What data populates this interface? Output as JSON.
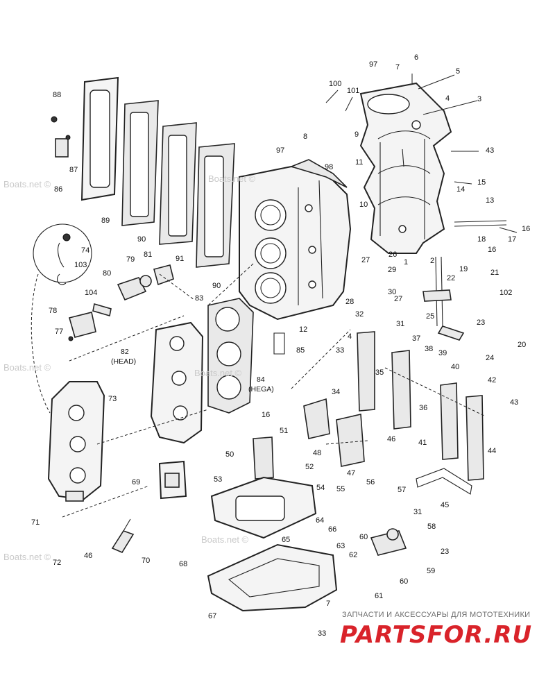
{
  "watermarks": {
    "boats_net": "Boats.net ©",
    "site_caption": "ЗАПЧАСТИ И АКСЕССУАРЫ ДЛЯ МОТОТЕХНИКИ",
    "site_logo": "PARTSFOR.RU"
  },
  "callouts": {
    "c97a": "97",
    "c7a": "7",
    "c6": "6",
    "c5": "5",
    "c4a": "4",
    "c3": "3",
    "c100": "100",
    "c101": "101",
    "c88": "88",
    "c87": "87",
    "c86": "86",
    "c89": "89",
    "c90a": "90",
    "c91": "91",
    "c90b": "90",
    "c8": "8",
    "c9": "9",
    "c97b": "97",
    "c98": "98",
    "c11": "11",
    "c10": "10",
    "c43a": "43",
    "c15": "15",
    "c14": "14",
    "c13": "13",
    "c16a": "16",
    "c17": "17",
    "c18": "18",
    "c16b": "16",
    "c2": "2",
    "c26": "26",
    "c19": "19",
    "c21": "21",
    "c1": "1",
    "c27a": "27",
    "c29": "29",
    "c22": "22",
    "c30": "30",
    "c27b": "27",
    "c28": "28",
    "c32": "32",
    "c102": "102",
    "c74": "74",
    "c103": "103",
    "c79": "79",
    "c81": "81",
    "c80": "80",
    "c104": "104",
    "c83": "83",
    "c78": "78",
    "c77": "77",
    "c31a": "31",
    "c25": "25",
    "c23a": "23",
    "c12": "12",
    "c4b": "4",
    "c33a": "33",
    "c85": "85",
    "c20": "20",
    "c24": "24",
    "c37": "37",
    "c38": "38",
    "c39": "39",
    "c40": "40",
    "c35": "35",
    "c82": "82",
    "c82b": "(HEAD)",
    "c84": "84",
    "c84b": "(HEGA)",
    "c34": "34",
    "c42": "42",
    "c73": "73",
    "c36": "36",
    "c43b": "43",
    "c16c": "16",
    "c41": "41",
    "c51": "51",
    "c48": "48",
    "c46a": "46",
    "c50": "50",
    "c47": "47",
    "c44": "44",
    "c52": "52",
    "c69": "69",
    "c45": "45",
    "c53": "53",
    "c54": "54",
    "c55": "55",
    "c56": "56",
    "c57": "57",
    "c71": "71",
    "c64": "64",
    "c31b": "31",
    "c72": "72",
    "c46b": "46",
    "c66": "66",
    "c60a": "60",
    "c58": "58",
    "c65": "65",
    "c63": "63",
    "c62": "62",
    "c23b": "23",
    "c68": "68",
    "c70": "70",
    "c60b": "60",
    "c59": "59",
    "c61": "61",
    "c7b": "7",
    "c67": "67",
    "c33b": "33"
  },
  "colors": {
    "line": "#222222",
    "logo_red": "#d9232a",
    "watermark_gray": "#c9c9c9"
  }
}
